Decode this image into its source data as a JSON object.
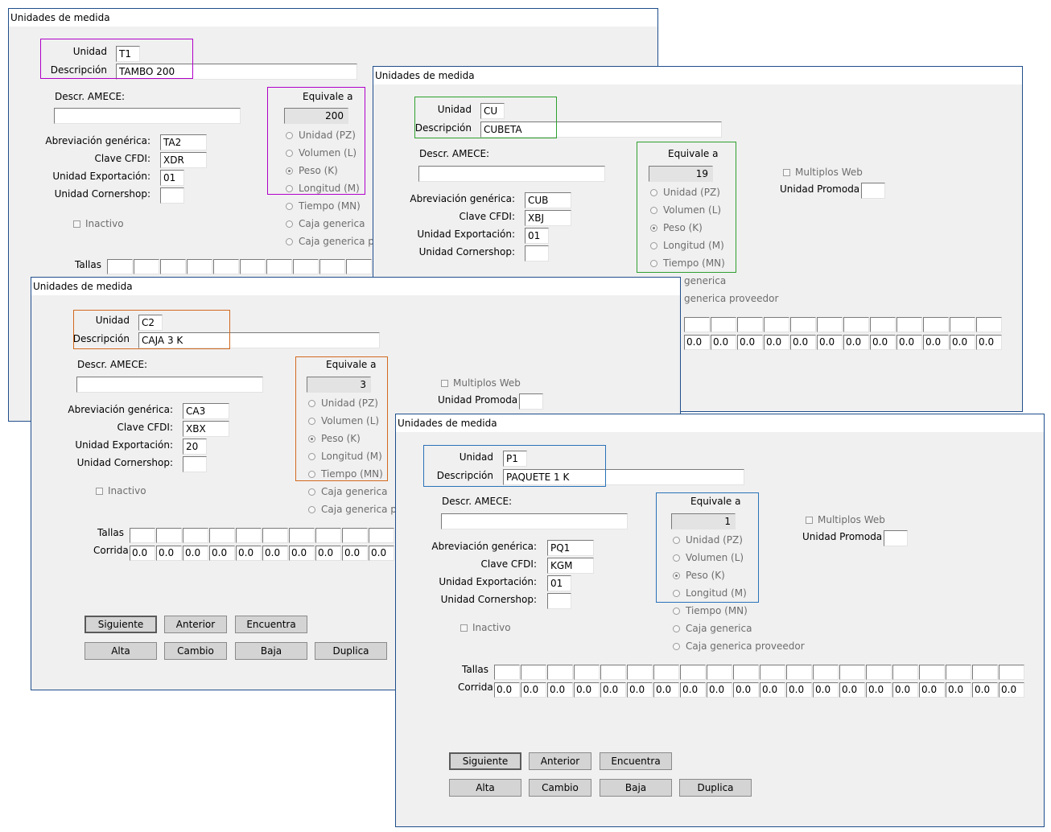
{
  "labels": {
    "title": "Unidades de medida",
    "unidad": "Unidad",
    "descripcion": "Descripción",
    "descr_amece": "Descr. AMECE:",
    "equivale": "Equivale a",
    "abreviacion": "Abreviación genérica:",
    "clave_cfdi": "Clave CFDI:",
    "unidad_exportacion": "Unidad Exportación:",
    "unidad_cornershop": "Unidad Cornershop:",
    "inactivo": "Inactivo",
    "multiplos_web": "Multiplos Web",
    "unidad_promoda": "Unidad Promoda",
    "tallas": "Tallas",
    "corrida": "Corrida",
    "radio_unidad": "Unidad (PZ)",
    "radio_volumen": "Volumen (L)",
    "radio_peso": "Peso (K)",
    "radio_longitud": "Longitud (M)",
    "radio_tiempo": "Tiempo (MN)",
    "radio_caja": "Caja generica",
    "radio_caja_prov": "Caja generica proveedor",
    "radio_caja_pro_trunc": "Caja generica pro",
    "radio_caja_prov_trunc": "generica proveedor",
    "radio_caja_trunc": "generica",
    "corrida_value": "0.0"
  },
  "buttons": {
    "siguiente": "Siguiente",
    "anterior": "Anterior",
    "encuentra": "Encuentra",
    "alta": "Alta",
    "cambio": "Cambio",
    "baja": "Baja",
    "duplica": "Duplica"
  },
  "colors": {
    "win1_highlight": "#b000c8",
    "win2_highlight": "#2ea02e",
    "win3_highlight": "#d2691e",
    "win4_highlight": "#2a72b8"
  },
  "win1": {
    "unidad": "T1",
    "descripcion": "TAMBO 200",
    "descr_amece": "",
    "equivale": "200",
    "abreviacion": "TA2",
    "clave_cfdi": "XDR",
    "exportacion": "01",
    "cornershop": "",
    "selected_radio": "peso"
  },
  "win2": {
    "unidad": "CU",
    "descripcion": "CUBETA",
    "descr_amece": "",
    "equivale": "19",
    "abreviacion": "CUB",
    "clave_cfdi": "XBJ",
    "exportacion": "01",
    "cornershop": "",
    "promoda": "",
    "selected_radio": "peso"
  },
  "win3": {
    "unidad": "C2",
    "descripcion": "CAJA 3 K",
    "descr_amece": "",
    "equivale": "3",
    "abreviacion": "CA3",
    "clave_cfdi": "XBX",
    "exportacion": "20",
    "cornershop": "",
    "promoda": "",
    "selected_radio": "peso"
  },
  "win4": {
    "unidad": "P1",
    "descripcion": "PAQUETE 1 K",
    "descr_amece": "",
    "equivale": "1",
    "abreviacion": "PQ1",
    "clave_cfdi": "KGM",
    "exportacion": "01",
    "cornershop": "",
    "promoda": "",
    "selected_radio": "peso"
  }
}
